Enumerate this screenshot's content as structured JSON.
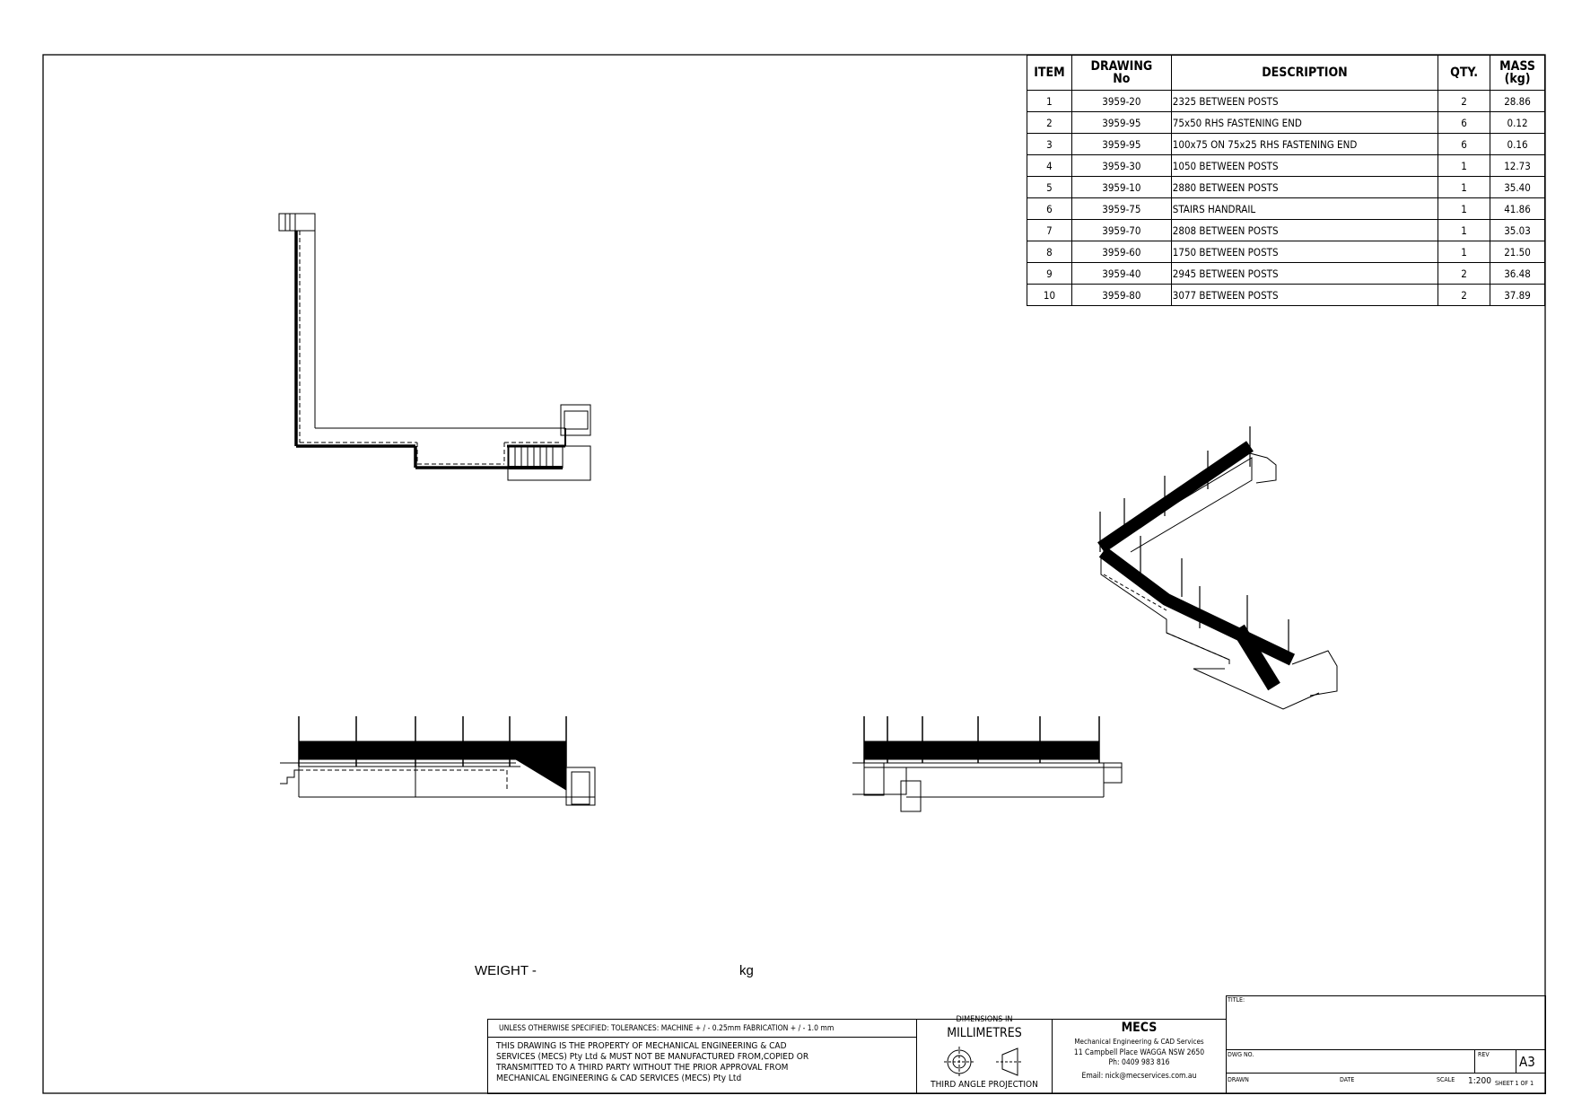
{
  "bom": {
    "headers": {
      "item": "ITEM",
      "drawing_no_l1": "DRAWING",
      "drawing_no_l2": "No",
      "description": "DESCRIPTION",
      "qty": "QTY.",
      "mass_l1": "MASS",
      "mass_l2": "(kg)"
    },
    "rows": [
      {
        "item": "1",
        "drawing_no": "3959-20",
        "description": "2325 BETWEEN POSTS",
        "qty": "2",
        "mass": "28.86"
      },
      {
        "item": "2",
        "drawing_no": "3959-95",
        "description": "75x50 RHS FASTENING END",
        "qty": "6",
        "mass": "0.12"
      },
      {
        "item": "3",
        "drawing_no": "3959-95",
        "description": "100x75 ON 75x25 RHS FASTENING END",
        "qty": "6",
        "mass": "0.16"
      },
      {
        "item": "4",
        "drawing_no": "3959-30",
        "description": "1050 BETWEEN POSTS",
        "qty": "1",
        "mass": "12.73"
      },
      {
        "item": "5",
        "drawing_no": "3959-10",
        "description": "2880 BETWEEN POSTS",
        "qty": "1",
        "mass": "35.40"
      },
      {
        "item": "6",
        "drawing_no": "3959-75",
        "description": "STAIRS HANDRAIL",
        "qty": "1",
        "mass": "41.86"
      },
      {
        "item": "7",
        "drawing_no": "3959-70",
        "description": "2808 BETWEEN POSTS",
        "qty": "1",
        "mass": "35.03"
      },
      {
        "item": "8",
        "drawing_no": "3959-60",
        "description": "1750 BETWEEN POSTS",
        "qty": "1",
        "mass": "21.50"
      },
      {
        "item": "9",
        "drawing_no": "3959-40",
        "description": "2945 BETWEEN POSTS",
        "qty": "2",
        "mass": "36.48"
      },
      {
        "item": "10",
        "drawing_no": "3959-80",
        "description": "3077 BETWEEN POSTS",
        "qty": "2",
        "mass": "37.89"
      }
    ]
  },
  "weight": {
    "label": "WEIGHT -",
    "unit": "kg"
  },
  "title_block": {
    "tolerances": "UNLESS OTHERWISE SPECIFIED: TOLERANCES: MACHINE + / - 0.25mm  FABRICATION + / - 1.0 mm",
    "property_notice": [
      "THIS DRAWING IS THE PROPERTY OF MECHANICAL ENGINEERING & CAD",
      "SERVICES (MECS) Pty Ltd & MUST NOT BE MANUFACTURED FROM,COPIED OR",
      "TRANSMITTED TO A THIRD PARTY WITHOUT THE PRIOR APPROVAL FROM",
      "MECHANICAL ENGINEERING & CAD SERVICES (MECS) Pty Ltd"
    ],
    "dimensions_in": "DIMENSIONS IN",
    "units": "MILLIMETRES",
    "projection": "THIRD ANGLE PROJECTION",
    "company_logo": "MECS",
    "company_name": "Mechanical Engineering & CAD Services",
    "address": "11 Campbell Place WAGGA NSW 2650",
    "phone": "Ph: 0409 983 816",
    "email": "Email: nick@mecservices.com.au",
    "title_label": "TITLE:",
    "dwg_no_label": "DWG NO.",
    "rev_label": "REV",
    "size": "A3",
    "drawn_label": "DRAWN",
    "date_label": "DATE",
    "scale_label": "SCALE",
    "scale": "1:200",
    "sheet": "SHEET 1 OF 1"
  }
}
